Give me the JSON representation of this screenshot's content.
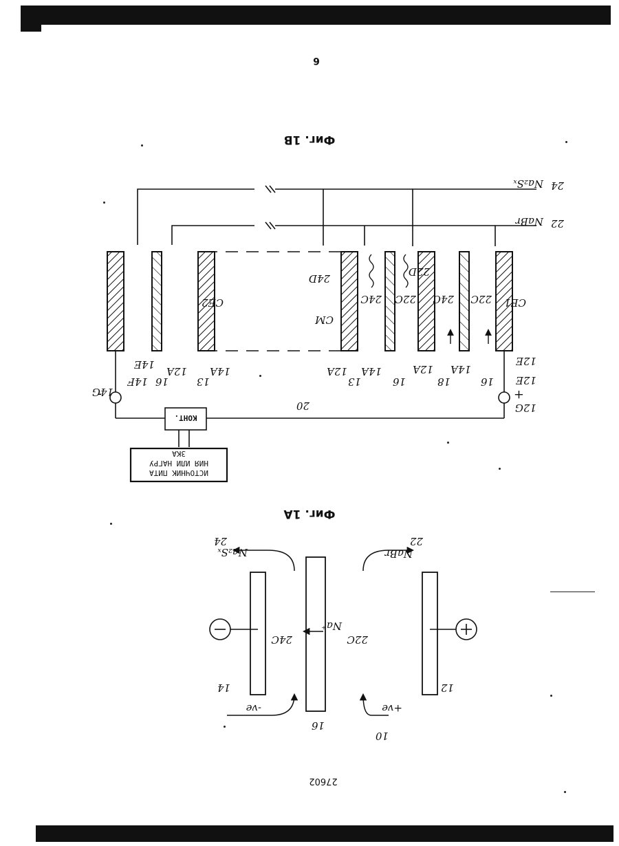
{
  "page": {
    "number": "6",
    "doc_number": "27602"
  },
  "figure_1b": {
    "caption": "Фиг. 1B",
    "controller_label": "КОНТ.",
    "source_box_lines": [
      "ИСТОЧНИК ПИТА",
      "НИЯ ИЛИ НАГРУ",
      "ЗКА"
    ],
    "labels": {
      "e24": "24",
      "e24_chem": "Na₂Sₓ",
      "e22": "22",
      "e22_chem": "NaBr",
      "ce1": "CE1",
      "ce2": "CE2",
      "cm": "CM",
      "l24d": "24D",
      "l22d": "22D",
      "l24c_a": "24C",
      "l22c_a": "22C",
      "l24c_b": "24C",
      "l22c_b": "22C",
      "l14e": "14E",
      "l16_a": "16",
      "l12a_a": "12A",
      "l13_a": "13",
      "l14a_a": "14A",
      "l12a_b": "12A",
      "l13_b": "13",
      "l14a_b": "14A",
      "l16_b": "16",
      "l12a_c": "12A",
      "l18": "18",
      "l14a_c": "14A",
      "l16_c": "16",
      "l12e_a": "12E",
      "l12e_b": "12E",
      "l14f": "14F",
      "l14g": "14G",
      "l12g": "12G",
      "l20": "20",
      "minus": "-",
      "plus": "+"
    }
  },
  "figure_1a": {
    "caption": "Фиг. 1A",
    "labels": {
      "e24": "24",
      "e24_chem": "Na₂Sₓ",
      "e22": "22",
      "e22_chem": "NaBr",
      "l24c": "24C",
      "l22c": "22C",
      "na": "Na⁺",
      "l14": "14",
      "l16": "16",
      "l12": "12",
      "l10": "10",
      "neg": "-ve",
      "pos": "+ve"
    }
  }
}
